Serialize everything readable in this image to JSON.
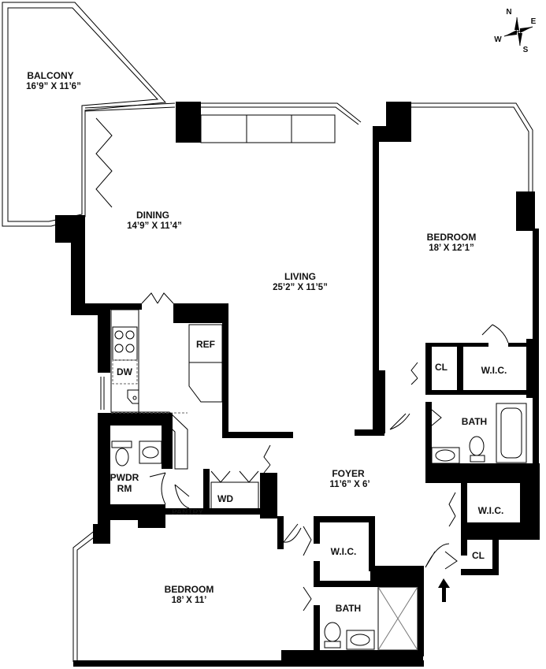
{
  "compass": {
    "n": "N",
    "e": "E",
    "s": "S",
    "w": "W"
  },
  "rooms": {
    "balcony": {
      "name": "BALCONY",
      "dims": "16’9” X 11’6”"
    },
    "dining": {
      "name": "DINING",
      "dims": "14’9” X 11’4”"
    },
    "living": {
      "name": "LIVING",
      "dims": "25’2” X 11’5”"
    },
    "bedroom1": {
      "name": "BEDROOM",
      "dims": "18’ X 12’1”"
    },
    "bedroom2": {
      "name": "BEDROOM",
      "dims": "18’ X 11’"
    },
    "foyer": {
      "name": "FOYER",
      "dims": "11’6” X 6’"
    },
    "pwdr_line1": "PWDR",
    "pwdr_line2": "RM",
    "ref": "REF",
    "dw": "DW",
    "wd": "WD",
    "pantry": "PANTRY",
    "cl_upper": "CL",
    "wic_upper": "W.I.C.",
    "bath_upper": "BATH",
    "wic_right": "W.I.C.",
    "cl_right": "CL",
    "wic_lower": "W.I.C.",
    "bath_lower": "BATH"
  }
}
